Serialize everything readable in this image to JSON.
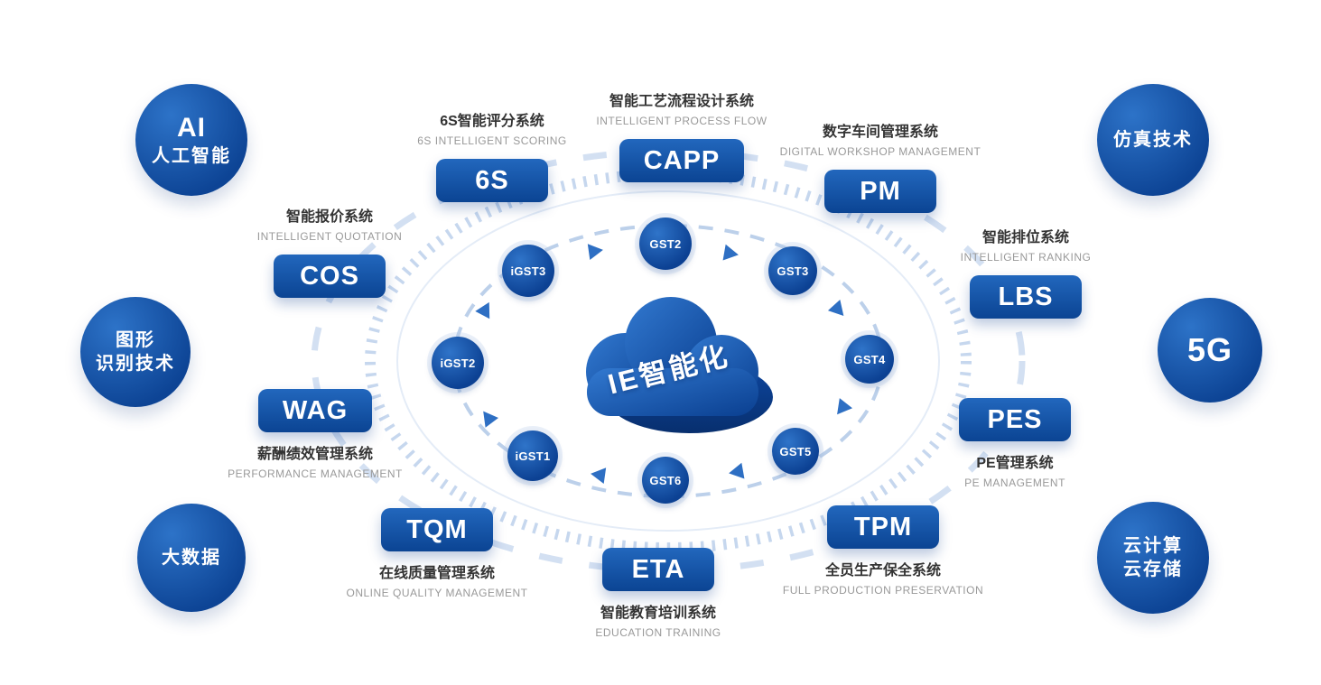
{
  "center": {
    "label": "IE智能化"
  },
  "tech_circles": {
    "ai": {
      "line1": "AI",
      "line2": "人工智能"
    },
    "simulation": {
      "line1": "仿真技术"
    },
    "vision": {
      "line1": "图形",
      "line2": "识别技术"
    },
    "five_g": {
      "line1": "5G"
    },
    "bigdata": {
      "line1": "大数据"
    },
    "cloud": {
      "line1": "云计算",
      "line2": "云存储"
    }
  },
  "systems": [
    {
      "abbr": "6S",
      "zh": "6S智能评分系统",
      "en": "6S INTELLIGENT SCORING"
    },
    {
      "abbr": "CAPP",
      "zh": "智能工艺流程设计系统",
      "en": "INTELLIGENT PROCESS FLOW"
    },
    {
      "abbr": "PM",
      "zh": "数字车间管理系统",
      "en": "DIGITAL WORKSHOP MANAGEMENT"
    },
    {
      "abbr": "COS",
      "zh": "智能报价系统",
      "en": "INTELLIGENT QUOTATION"
    },
    {
      "abbr": "LBS",
      "zh": "智能排位系统",
      "en": "INTELLIGENT RANKING"
    },
    {
      "abbr": "WAG",
      "zh": "薪酬绩效管理系统",
      "en": "PERFORMANCE MANAGEMENT"
    },
    {
      "abbr": "PES",
      "zh": "PE管理系统",
      "en": "PE MANAGEMENT"
    },
    {
      "abbr": "TQM",
      "zh": "在线质量管理系统",
      "en": "ONLINE QUALITY MANAGEMENT"
    },
    {
      "abbr": "ETA",
      "zh": "智能教育培训系统",
      "en": "EDUCATION  TRAINING"
    },
    {
      "abbr": "TPM",
      "zh": "全员生产保全系统",
      "en": "FULL PRODUCTION PRESERVATION"
    }
  ],
  "gst_nodes": [
    "GST2",
    "GST3",
    "GST4",
    "GST5",
    "GST6",
    "iGST1",
    "iGST2",
    "iGST3"
  ],
  "colors": {
    "primary": "#0d4495",
    "badge_gradient_top": "#2267bd",
    "badge_gradient_bottom": "#0b4493",
    "ring_tick": "#c6d7ee",
    "label_zh": "#333333",
    "label_en": "#999999"
  }
}
